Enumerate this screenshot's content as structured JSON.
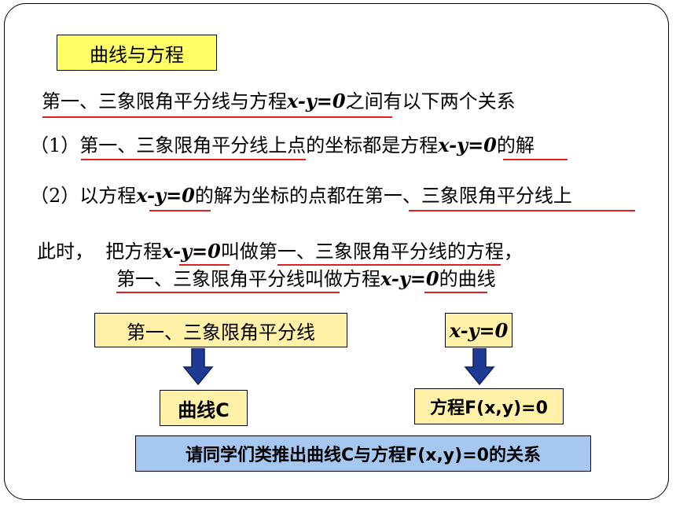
{
  "title": "曲线与方程",
  "intro": {
    "a": "第一、三象限角平分线",
    "b": "与方程",
    "eq": "x-y=0",
    "c": "之间有以下两个关系"
  },
  "rel1": {
    "prefix": "（1）",
    "a": "第一、三象限角平分线",
    "b": "上点的坐标都是方程",
    "eq": "x-y=0",
    "c": "的解"
  },
  "rel2": {
    "prefix": "（2）以方程",
    "eq": "x-y=0",
    "b": "的解为坐标的点都在",
    "a": "第一、三象限角平分线",
    "c": "上"
  },
  "concl1": {
    "prefix": "此时，  把方程",
    "eq": "x-y=0",
    "b": "叫做",
    "a": "第一、三象限角平分线",
    "c": "的方程，"
  },
  "concl2": {
    "a": "第一、三象限角平分线",
    "b": "叫做方程",
    "eq": "x-y=0",
    "c": "的曲线"
  },
  "diagram": {
    "left_top": "第一、三象限角平分线",
    "left_bottom": "曲线C",
    "right_top": "x-y=0",
    "right_bottom": "方程F(x,y)=0",
    "question": "请同学们类推出曲线C与方程F(x,y)=0的关系",
    "arrow_color": "#1f3a93"
  },
  "colors": {
    "underline": "#e02020",
    "title_bg": "#ffff66",
    "box_bg": "#fff2a8",
    "question_bg": "#a6c8f0"
  }
}
